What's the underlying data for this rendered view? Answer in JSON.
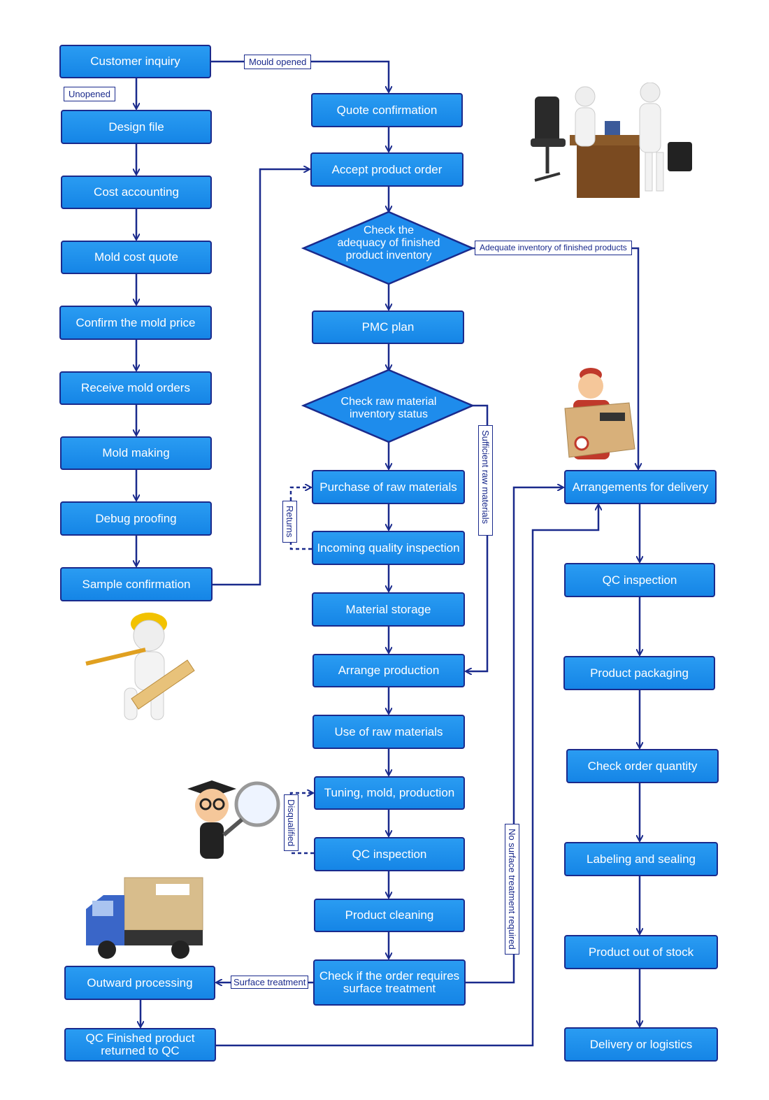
{
  "colors": {
    "box_fill": "#1e90ee",
    "box_border": "#1a2a8c",
    "arrow": "#1a2a8c"
  },
  "nodes": {
    "customer_inquiry": "Customer inquiry",
    "design_file": "Design file",
    "cost_accounting": "Cost accounting",
    "mold_cost_quote": "Mold cost quote",
    "confirm_mold_price": "Confirm the mold price",
    "receive_mold_orders": "Receive mold orders",
    "mold_making": "Mold making",
    "debug_proofing": "Debug proofing",
    "sample_confirmation": "Sample confirmation",
    "quote_confirmation": "Quote confirmation",
    "accept_product_order": "Accept product order",
    "check_inventory": "Check the\nadequacy of finished\nproduct inventory",
    "pmc_plan": "PMC plan",
    "check_raw_material": "Check raw material\ninventory status",
    "purchase_raw_materials": "Purchase of raw materials",
    "incoming_quality_inspection": "Incoming quality inspection",
    "material_storage": "Material storage",
    "arrange_production": "Arrange production",
    "use_raw_materials": "Use of raw materials",
    "tuning_mold_production": "Tuning, mold, production",
    "qc_inspection_mid": "QC inspection",
    "product_cleaning": "Product cleaning",
    "check_surface_treatment": "Check if the order requires\nsurface treatment",
    "outward_processing": "Outward processing",
    "qc_finished_product": "QC Finished product\nreturned to QC",
    "arrangements_for_delivery": "Arrangements for delivery",
    "qc_inspection_right": "QC inspection",
    "product_packaging": "Product packaging",
    "check_order_quantity": "Check order quantity",
    "labeling_and_sealing": "Labeling and sealing",
    "product_out_of_stock": "Product out of stock",
    "delivery_or_logistics": "Delivery or logistics"
  },
  "edge_labels": {
    "mould_opened": "Mould opened",
    "unopened": "Unopened",
    "adequate_inventory": "Adequate inventory of finished products",
    "sufficient_raw_materials": "Sufficient raw materials",
    "returns": "Returns",
    "disqualified": "Disqualified",
    "surface_treatment": "Surface treatment",
    "no_surface_treatment": "No surface treatment required"
  },
  "illustrations": [
    "business-handshake-icon",
    "engineer-with-ruler-icon",
    "inspector-with-magnifier-icon",
    "delivery-truck-icon",
    "delivery-man-icon"
  ]
}
